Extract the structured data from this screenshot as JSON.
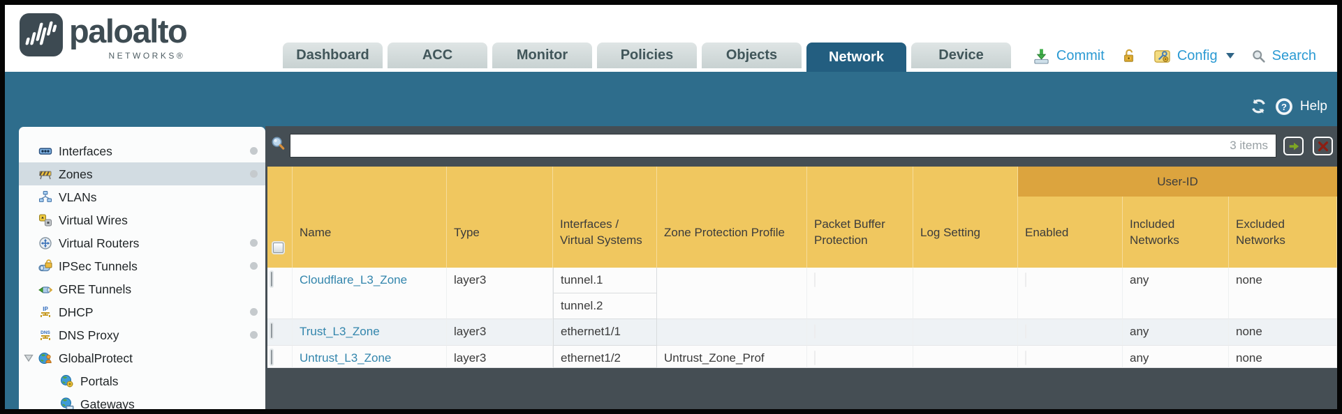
{
  "brand": {
    "name": "paloalto",
    "sub": "NETWORKS®"
  },
  "tabs": [
    "Dashboard",
    "ACC",
    "Monitor",
    "Policies",
    "Objects",
    "Network",
    "Device"
  ],
  "active_tab": "Network",
  "utilities": {
    "commit": "Commit",
    "config": "Config",
    "search": "Search"
  },
  "band_tools": {
    "help": "Help"
  },
  "search": {
    "value": "",
    "count": "3 items"
  },
  "sidebar": {
    "items": [
      {
        "label": "Interfaces",
        "icon": "interfaces-icon",
        "dot": true
      },
      {
        "label": "Zones",
        "icon": "zones-icon",
        "selected": true,
        "dot": true
      },
      {
        "label": "VLANs",
        "icon": "vlans-icon"
      },
      {
        "label": "Virtual Wires",
        "icon": "virtual-wires-icon"
      },
      {
        "label": "Virtual Routers",
        "icon": "virtual-routers-icon",
        "dot": true
      },
      {
        "label": "IPSec Tunnels",
        "icon": "ipsec-tunnels-icon",
        "dot": true
      },
      {
        "label": "GRE Tunnels",
        "icon": "gre-tunnels-icon"
      },
      {
        "label": "DHCP",
        "icon": "dhcp-icon",
        "dot": true
      },
      {
        "label": "DNS Proxy",
        "icon": "dns-proxy-icon",
        "dot": true
      },
      {
        "label": "GlobalProtect",
        "icon": "globalprotect-icon",
        "expanded": true
      },
      {
        "label": "Portals",
        "icon": "portals-icon",
        "child": true
      },
      {
        "label": "Gateways",
        "icon": "gateways-icon",
        "child": true
      }
    ]
  },
  "table": {
    "group_header": "User-ID",
    "columns": [
      "Name",
      "Type",
      "Interfaces / Virtual Systems",
      "Zone Protection Profile",
      "Packet Buffer Protection",
      "Log Setting",
      "Enabled",
      "Included Networks",
      "Excluded Networks"
    ],
    "rows": [
      {
        "name": "Cloudflare_L3_Zone",
        "type": "layer3",
        "interfaces": [
          "tunnel.1",
          "tunnel.2"
        ],
        "zone_protection_profile": "",
        "packet_buffer_protection": false,
        "log_setting": "",
        "user_id_enabled": false,
        "included_networks": "any",
        "excluded_networks": "none"
      },
      {
        "name": "Trust_L3_Zone",
        "type": "layer3",
        "interfaces": [
          "ethernet1/1"
        ],
        "zone_protection_profile": "",
        "packet_buffer_protection": false,
        "log_setting": "",
        "user_id_enabled": false,
        "included_networks": "any",
        "excluded_networks": "none"
      },
      {
        "name": "Untrust_L3_Zone",
        "type": "layer3",
        "interfaces": [
          "ethernet1/2"
        ],
        "zone_protection_profile": "Untrust_Zone_Prof",
        "packet_buffer_protection": false,
        "log_setting": "",
        "user_id_enabled": false,
        "included_networks": "any",
        "excluded_networks": "none"
      }
    ]
  },
  "colors": {
    "teal_band": "#2e6d8c",
    "active_tab": "#235e80",
    "header_gold": "#f0c75f",
    "group_gold": "#dca43e",
    "top_link_blue": "#2b9ad3",
    "zone_link_blue": "#3285ac",
    "slate": "#454e54"
  }
}
